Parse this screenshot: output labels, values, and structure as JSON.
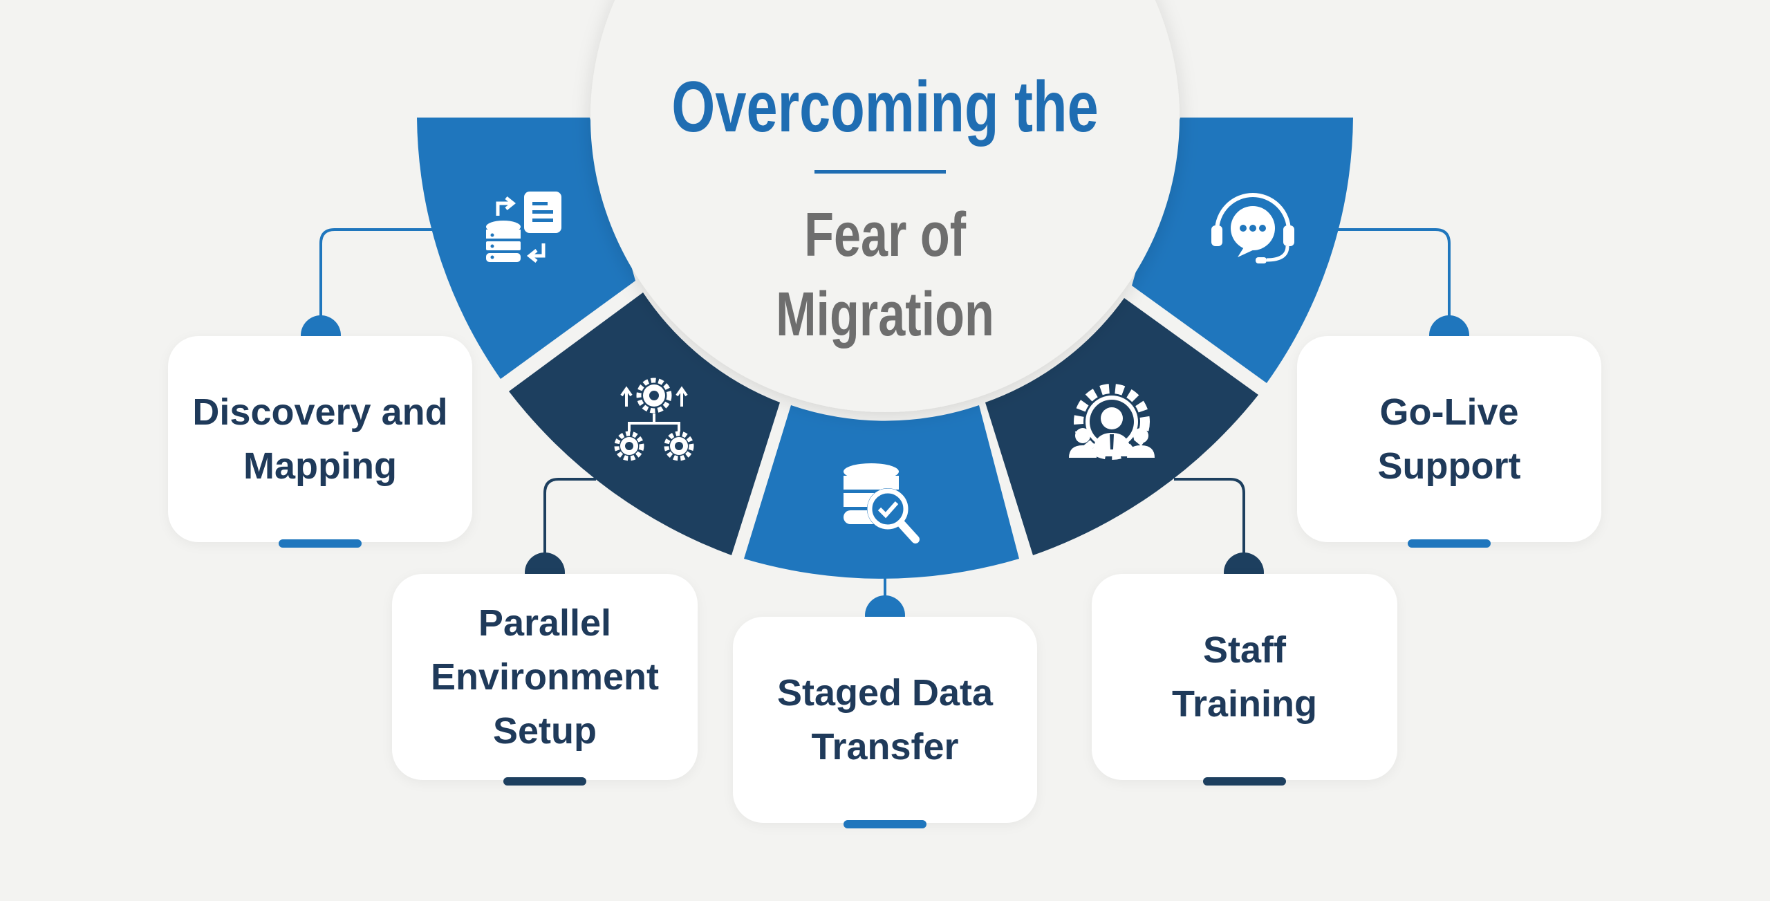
{
  "title": {
    "line1": "Overcoming the",
    "line2": "Fear of",
    "line3": "Migration"
  },
  "colors": {
    "light_blue": "#1f76bd",
    "dark_navy": "#1d3f5f",
    "title_blue": "#1f6db2",
    "title_gray": "#6e6e6e",
    "label_navy": "#1f3a5a",
    "background": "#f3f3f1",
    "card": "#ffffff"
  },
  "steps": [
    {
      "label": "Discovery and Mapping",
      "icon": "database-document-sync-icon",
      "tone": "light"
    },
    {
      "label": "Parallel Environment Setup",
      "icon": "gears-hierarchy-icon",
      "tone": "dark"
    },
    {
      "label": "Staged Data Transfer",
      "icon": "database-search-check-icon",
      "tone": "light"
    },
    {
      "label": "Staff Training",
      "icon": "team-gear-icon",
      "tone": "dark"
    },
    {
      "label": "Go-Live Support",
      "icon": "headset-chat-icon",
      "tone": "light"
    }
  ]
}
